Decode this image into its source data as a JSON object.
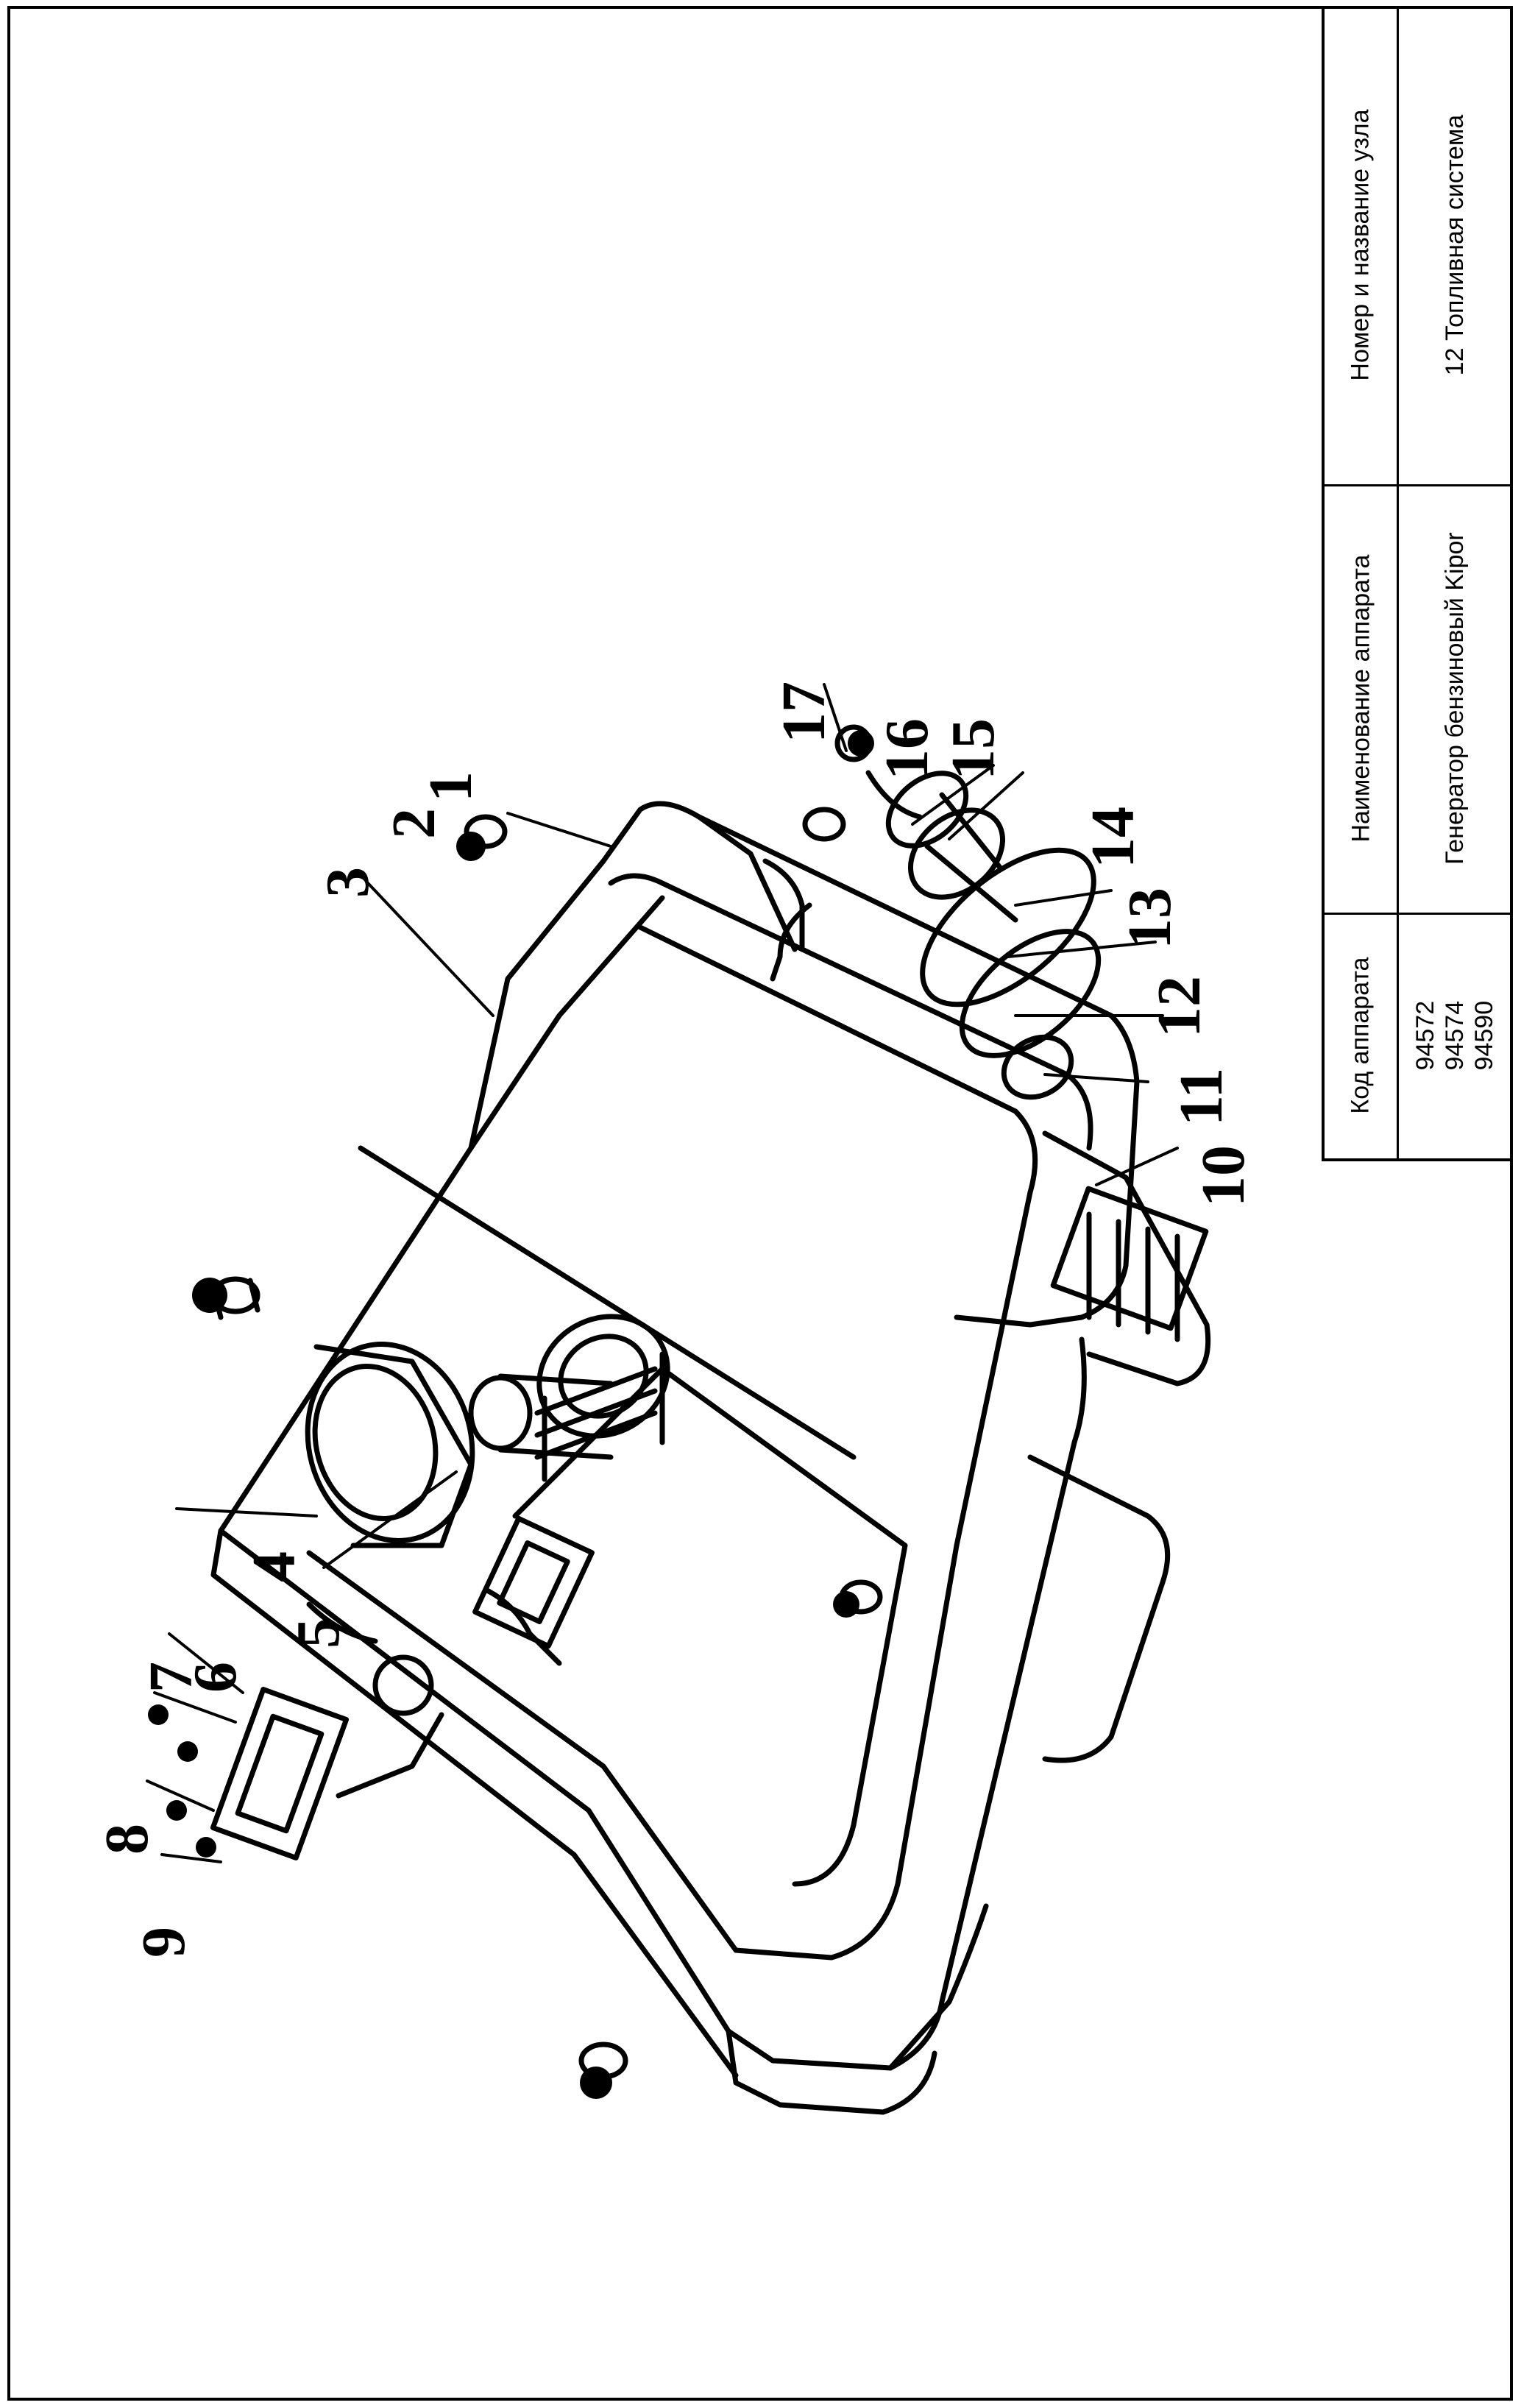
{
  "title_block": {
    "headers": {
      "code": "Код аппарата",
      "device_name": "Наименование аппарата",
      "unit": "Номер и название узла"
    },
    "values": {
      "codes": [
        "94572",
        "94574",
        "94590"
      ],
      "device_name": "Генератор бензиновый Kipor",
      "unit": "12 Топливная система"
    }
  },
  "diagram": {
    "callouts": [
      "1",
      "2",
      "3",
      "4",
      "5",
      "6",
      "7",
      "8",
      "9",
      "10",
      "11",
      "12",
      "13",
      "14",
      "15",
      "16",
      "17"
    ]
  }
}
